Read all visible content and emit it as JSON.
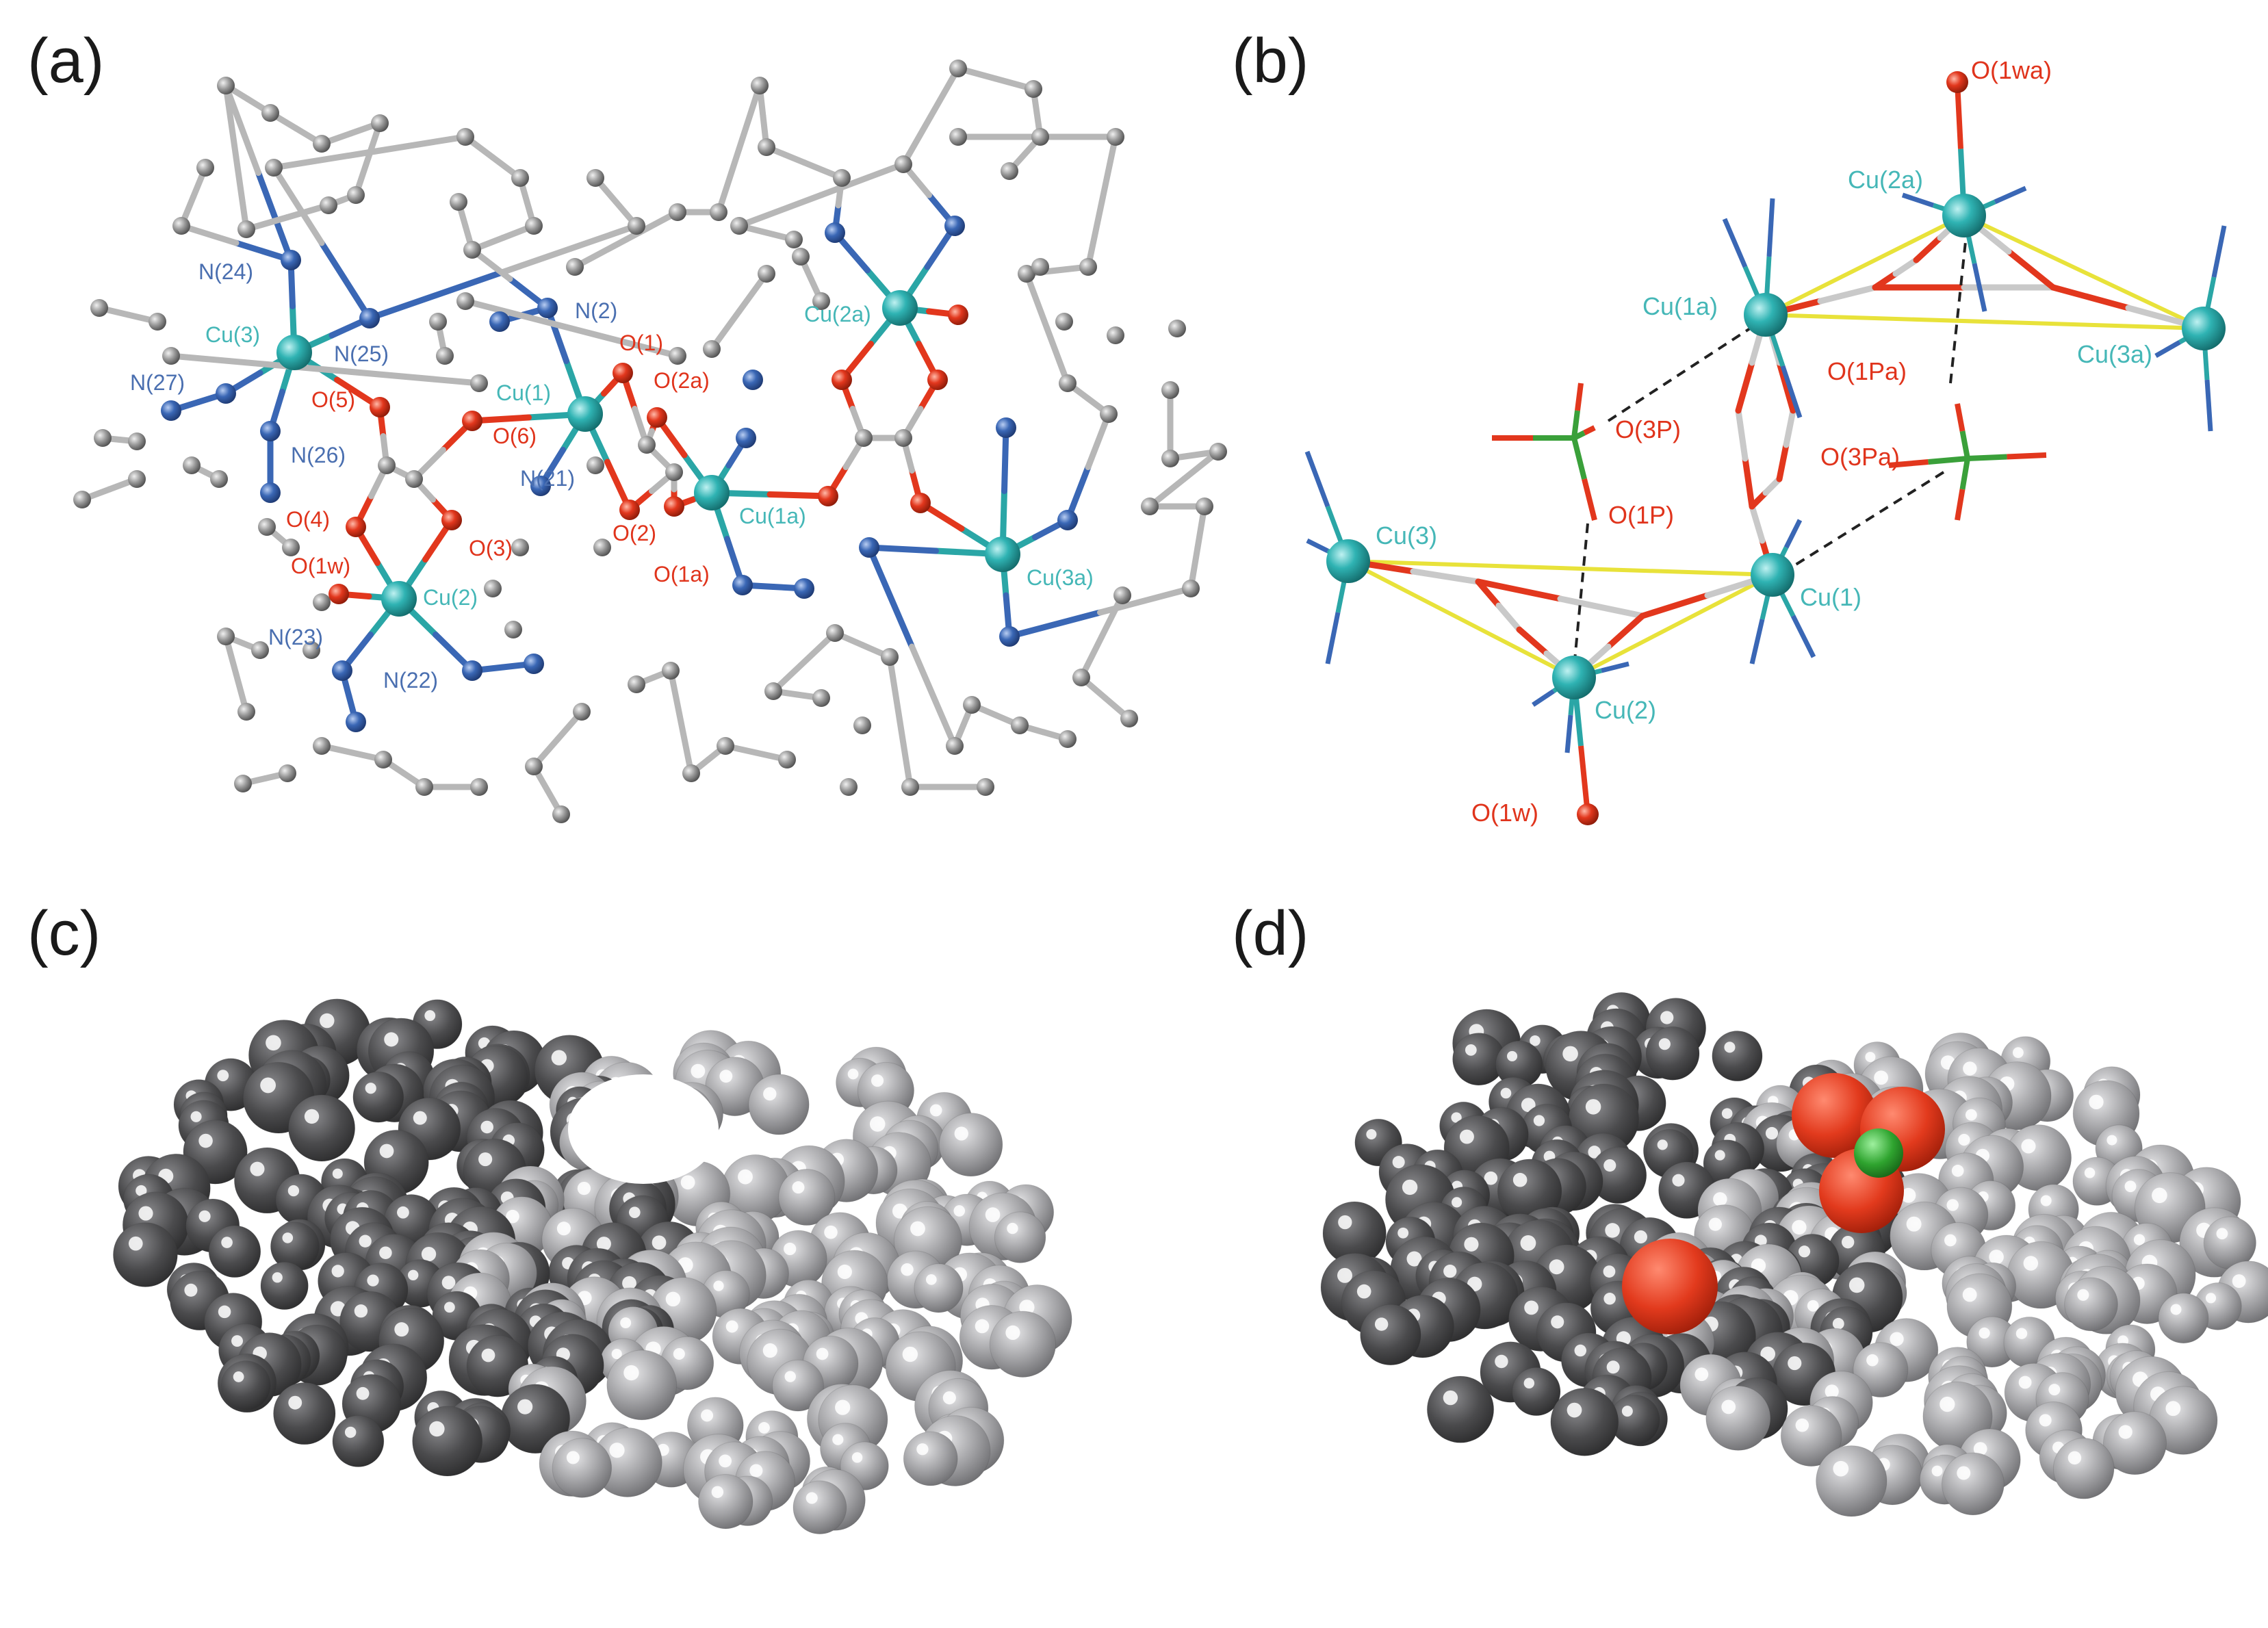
{
  "colors": {
    "copper": "#2aa6a6",
    "nitrogen": "#3a67b5",
    "oxygen": "#e2371d",
    "carbon": "#8f8f8f",
    "chlorine": "#3aa03a",
    "cu_label": "#45b7b7",
    "n_label": "#4a6fb0",
    "o_label": "#e0341c",
    "dark_molecule": "#4b4b4d",
    "light_molecule": "#9b9b9e",
    "contact_line": "#e8e23a",
    "hbond": "#222222"
  },
  "panels": {
    "a": {
      "letter": "(a)",
      "labels": [
        {
          "id": "N24",
          "text": "N(24)",
          "kind": "n"
        },
        {
          "id": "Cu3",
          "text": "Cu(3)",
          "kind": "cu"
        },
        {
          "id": "N25",
          "text": "N(25)",
          "kind": "n"
        },
        {
          "id": "N27",
          "text": "N(27)",
          "kind": "n"
        },
        {
          "id": "O5",
          "text": "O(5)",
          "kind": "o"
        },
        {
          "id": "N26",
          "text": "N(26)",
          "kind": "n"
        },
        {
          "id": "O4",
          "text": "O(4)",
          "kind": "o"
        },
        {
          "id": "O1w",
          "text": "O(1w)",
          "kind": "o"
        },
        {
          "id": "N23",
          "text": "N(23)",
          "kind": "n"
        },
        {
          "id": "Cu2",
          "text": "Cu(2)",
          "kind": "cu"
        },
        {
          "id": "N22",
          "text": "N(22)",
          "kind": "n"
        },
        {
          "id": "O3",
          "text": "O(3)",
          "kind": "o"
        },
        {
          "id": "O6",
          "text": "O(6)",
          "kind": "o"
        },
        {
          "id": "Cu1",
          "text": "Cu(1)",
          "kind": "cu"
        },
        {
          "id": "N21",
          "text": "N(21)",
          "kind": "n"
        },
        {
          "id": "N2",
          "text": "N(2)",
          "kind": "n"
        },
        {
          "id": "O1",
          "text": "O(1)",
          "kind": "o"
        },
        {
          "id": "O2a",
          "text": "O(2a)",
          "kind": "o"
        },
        {
          "id": "O2",
          "text": "O(2)",
          "kind": "o"
        },
        {
          "id": "O1a",
          "text": "O(1a)",
          "kind": "o"
        },
        {
          "id": "Cu1a",
          "text": "Cu(1a)",
          "kind": "cu"
        },
        {
          "id": "Cu2a",
          "text": "Cu(2a)",
          "kind": "cu"
        },
        {
          "id": "Cu3a",
          "text": "Cu(3a)",
          "kind": "cu"
        }
      ]
    },
    "b": {
      "letter": "(b)",
      "labels": [
        {
          "id": "O1wa",
          "text": "O(1wa)",
          "kind": "o"
        },
        {
          "id": "Cu2a",
          "text": "Cu(2a)",
          "kind": "cu"
        },
        {
          "id": "Cu1a",
          "text": "Cu(1a)",
          "kind": "cu"
        },
        {
          "id": "O1Pa",
          "text": "O(1Pa)",
          "kind": "o"
        },
        {
          "id": "Cu3a",
          "text": "Cu(3a)",
          "kind": "cu"
        },
        {
          "id": "O3P",
          "text": "O(3P)",
          "kind": "o"
        },
        {
          "id": "O3Pa",
          "text": "O(3Pa)",
          "kind": "o"
        },
        {
          "id": "O1P",
          "text": "O(1P)",
          "kind": "o"
        },
        {
          "id": "Cu3",
          "text": "Cu(3)",
          "kind": "cu"
        },
        {
          "id": "Cu1",
          "text": "Cu(1)",
          "kind": "cu"
        },
        {
          "id": "Cu2",
          "text": "Cu(2)",
          "kind": "cu"
        },
        {
          "id": "O1w",
          "text": "O(1w)",
          "kind": "o"
        }
      ]
    },
    "c": {
      "letter": "(c)"
    },
    "d": {
      "letter": "(d)"
    }
  }
}
